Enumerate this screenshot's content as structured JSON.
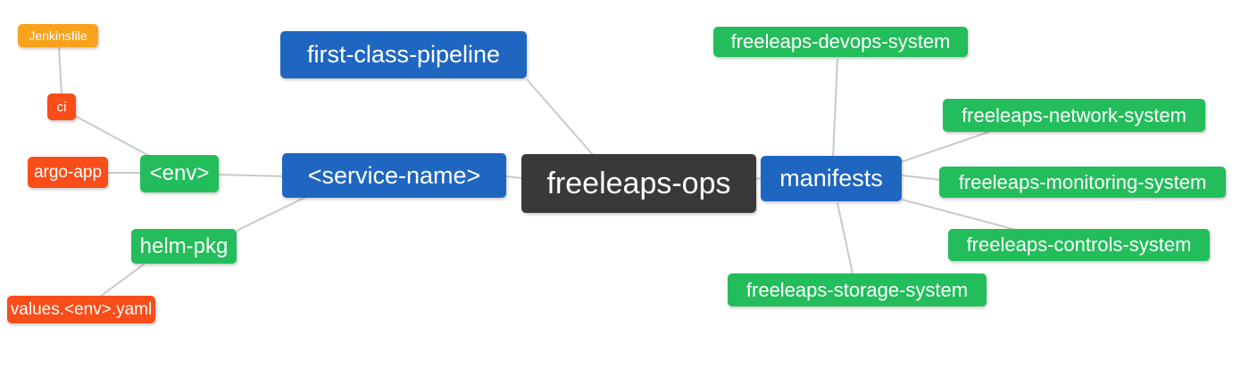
{
  "colors": {
    "orange": "#f9a21b",
    "red": "#f94d1a",
    "green": "#23bd5b",
    "blue": "#1f66c1",
    "dark": "#3b3838",
    "edge": "#c9c9c9",
    "node-text": "#ffffff"
  },
  "nodes": {
    "freeleaps_ops": {
      "label": "freeleaps-ops"
    },
    "first_class_pipeline": {
      "label": "first-class-pipeline"
    },
    "service_name": {
      "label": "<service-name>"
    },
    "manifests": {
      "label": "manifests"
    },
    "env": {
      "label": "<env>"
    },
    "helm_pkg": {
      "label": "helm-pkg"
    },
    "ci": {
      "label": "ci"
    },
    "argo_app": {
      "label": "argo-app"
    },
    "jenkinsfile": {
      "label": "Jenkinsfile"
    },
    "values_env_yaml": {
      "label": "values.<env>.yaml"
    },
    "freeleaps_devops_system": {
      "label": "freeleaps-devops-system"
    },
    "freeleaps_network_system": {
      "label": "freeleaps-network-system"
    },
    "freeleaps_monitoring_system": {
      "label": "freeleaps-monitoring-system"
    },
    "freeleaps_controls_system": {
      "label": "freeleaps-controls-system"
    },
    "freeleaps_storage_system": {
      "label": "freeleaps-storage-system"
    }
  },
  "edges": [
    [
      "jenkinsfile",
      "ci"
    ],
    [
      "ci",
      "env"
    ],
    [
      "argo_app",
      "env"
    ],
    [
      "env",
      "service_name"
    ],
    [
      "helm_pkg",
      "service_name"
    ],
    [
      "values_env_yaml",
      "helm_pkg"
    ],
    [
      "first_class_pipeline",
      "freeleaps_ops"
    ],
    [
      "service_name",
      "freeleaps_ops"
    ],
    [
      "freeleaps_ops",
      "manifests"
    ],
    [
      "manifests",
      "freeleaps_devops_system"
    ],
    [
      "manifests",
      "freeleaps_network_system"
    ],
    [
      "manifests",
      "freeleaps_monitoring_system"
    ],
    [
      "manifests",
      "freeleaps_controls_system"
    ],
    [
      "manifests",
      "freeleaps_storage_system"
    ]
  ]
}
